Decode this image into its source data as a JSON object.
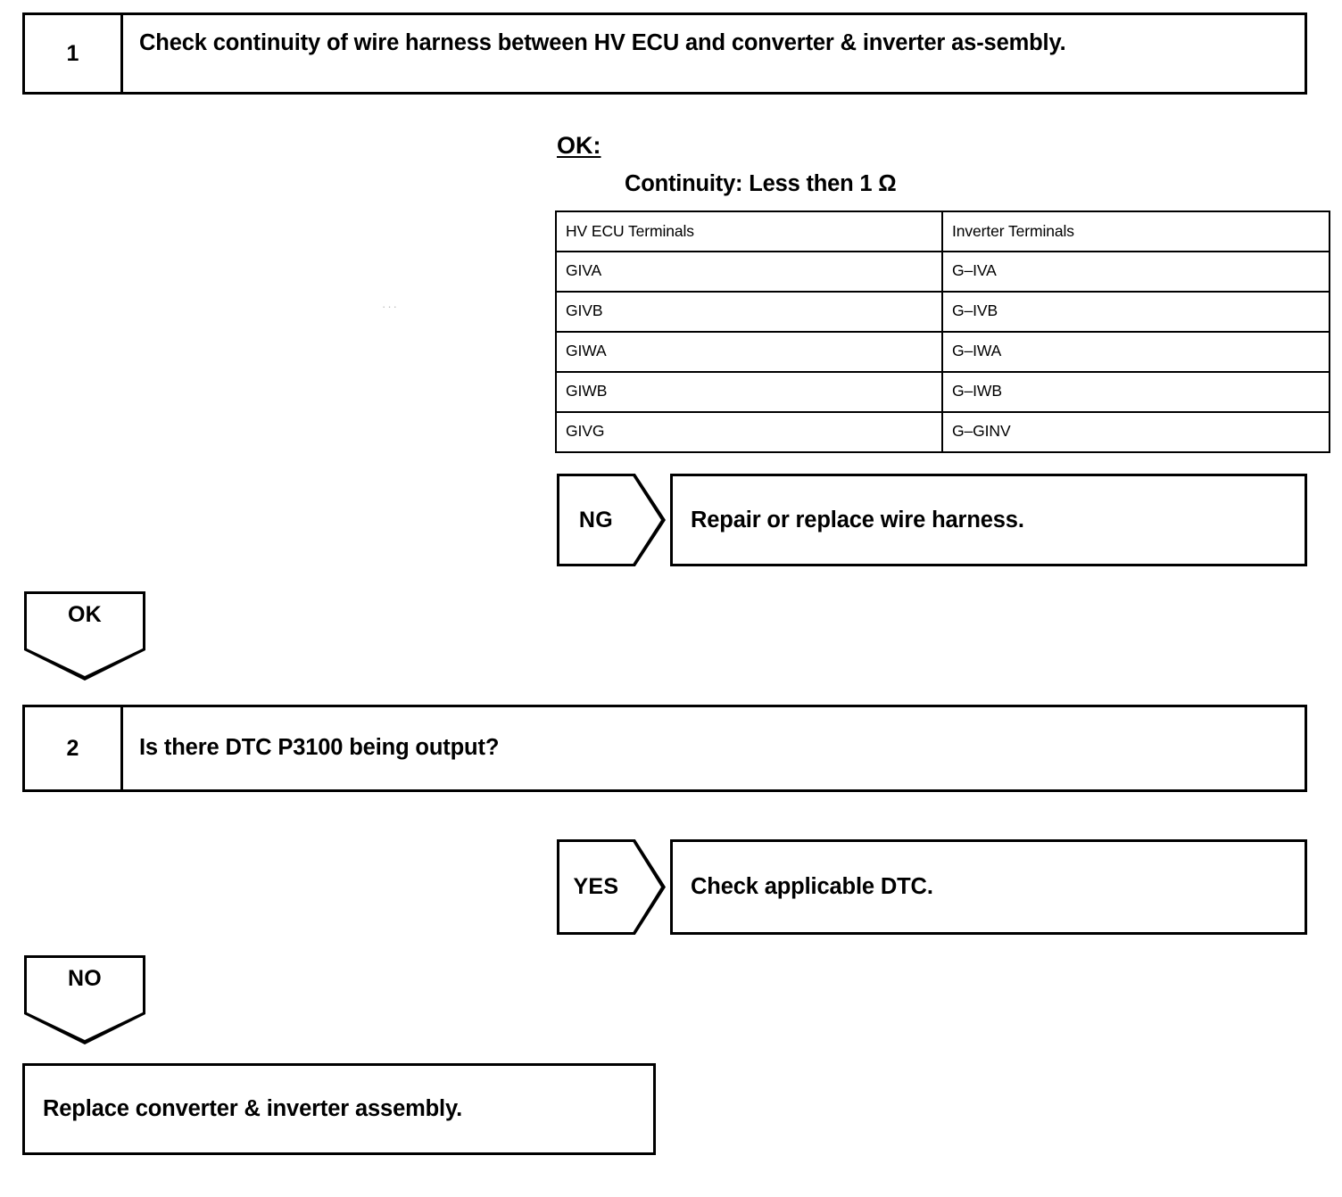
{
  "flow": {
    "steps": [
      {
        "number": "1",
        "text": "Check continuity of wire harness between HV ECU and converter & inverter as-sembly."
      },
      {
        "number": "2",
        "text": "Is there DTC P3100 being output?"
      }
    ],
    "spec": {
      "heading": "OK:",
      "continuity": "Continuity: Less then 1 Ω",
      "table": {
        "headers": [
          "HV ECU Terminals",
          "Inverter Terminals"
        ],
        "rows": [
          [
            "GIVA",
            "G–IVA"
          ],
          [
            "GIVB",
            "G–IVB"
          ],
          [
            "GIWA",
            "G–IWA"
          ],
          [
            "GIWB",
            "G–IWB"
          ],
          [
            "GIVG",
            "G–GINV"
          ]
        ]
      }
    },
    "branches": {
      "ng": "NG",
      "ok": "OK",
      "yes": "YES",
      "no": "NO"
    },
    "results": {
      "repair_harness": "Repair or replace wire harness.",
      "check_dtc": "Check applicable DTC.",
      "replace_assembly": "Replace converter & inverter assembly."
    }
  },
  "artifact": {
    "speck": "···"
  }
}
